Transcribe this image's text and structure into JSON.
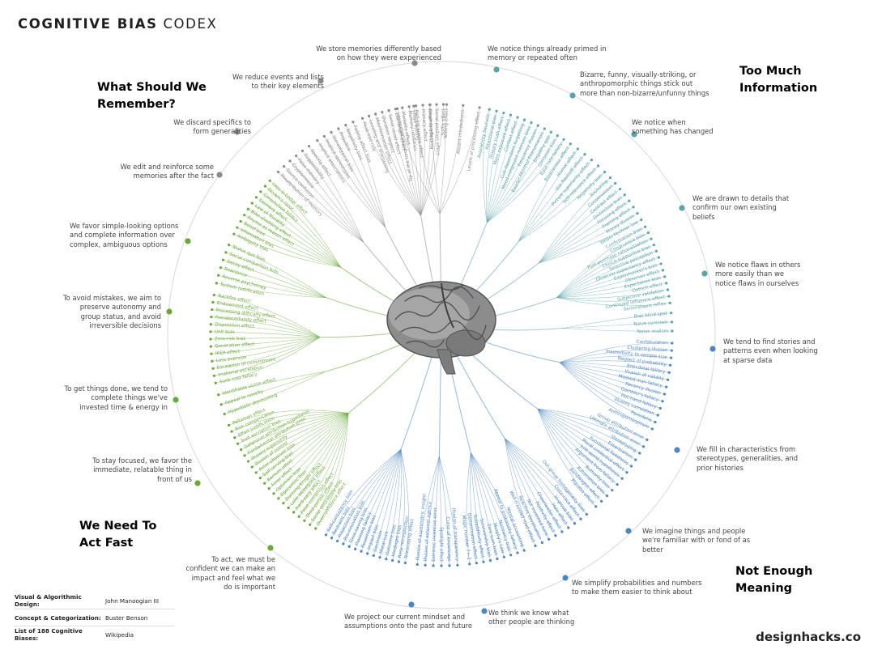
{
  "title": {
    "bold": "COGNITIVE BIAS",
    "light": "CODEX"
  },
  "quadrants": [
    {
      "name": "What Should We Remember?",
      "color": "#8a8a8a"
    },
    {
      "name": "Too Much Information",
      "color": "#5ba3a8"
    },
    {
      "name": "Not Enough Meaning",
      "color": "#4e86c0"
    },
    {
      "name": "We Need To Act Fast",
      "color": "#6aa83a"
    }
  ],
  "clusters": [
    {
      "label": "We store memories differently based on how they were experienced",
      "color": "#8a8a8a",
      "items": [
        "Tip of the tongue phenomenon",
        "Google effect",
        "Next-in-line effect",
        "Testing effect",
        "Absent-mindedness",
        "Levels of processing effect"
      ]
    },
    {
      "label": "We notice things already primed in memory or repeated often",
      "color": "#5ba3a8",
      "items": [
        "Availability heuristic",
        "Attentional bias",
        "Illusory truth effect",
        "Mere exposure effect",
        "Context effect",
        "Cue-dependent forgetting",
        "Mood-congruent memory bias",
        "Frequency illusion",
        "Baader-Meinhof Phenomenon",
        "Empathy gap",
        "Omission bias",
        "Base rate fallacy"
      ]
    },
    {
      "label": "Bizarre, funny, visually-striking, or anthropomorphic things stick out more than non-bizarre/unfunny things",
      "color": "#5ba3a8",
      "items": [
        "Bizarreness effect",
        "Humor effect",
        "Von Restorff effect",
        "Picture superiority effect",
        "Self-relevance effect",
        "Negativity bias"
      ]
    },
    {
      "label": "We notice when something has changed",
      "color": "#5ba3a8",
      "items": [
        "Anchoring",
        "Conservatism",
        "Contrast effect",
        "Distinction bias",
        "Focusing effect",
        "Framing effect",
        "Money illusion",
        "Weber-Fechner law"
      ]
    },
    {
      "label": "We are drawn to details that confirm our own existing beliefs",
      "color": "#5ba3a8",
      "items": [
        "Confirmation bias",
        "Congruence bias",
        "Post-purchase rationalization",
        "Choice-supportive bias",
        "Selective perception",
        "Observer-expectancy effect",
        "Experimenter's bias",
        "Observer effect",
        "Expectation bias",
        "Ostrich effect",
        "Subjective validation",
        "Continued influence effect",
        "Semmelweis reflex"
      ]
    },
    {
      "label": "We notice flaws in others more easily than we notice flaws in ourselves",
      "color": "#5ba3a8",
      "items": [
        "Bias blind spot",
        "Naive cynicism",
        "Naive realism"
      ]
    },
    {
      "label": "We tend to find stories and patterns even when looking at sparse data",
      "color": "#4e86c0",
      "items": [
        "Confabulation",
        "Clustering illusion",
        "Insensitivity to sample size",
        "Neglect of probability",
        "Anecdotal fallacy",
        "Illusion of validity",
        "Masked man fallacy",
        "Recency illusion",
        "Gambler's fallacy",
        "Hot-hand fallacy",
        "Illusory correlation",
        "Pareidolia",
        "Anthropomorphism"
      ]
    },
    {
      "label": "We fill in characteristics from stereotypes, generalities, and prior histories",
      "color": "#4e86c0",
      "items": [
        "Group attribution error",
        "Ultimate attribution error",
        "Stereotyping",
        "Essentialism",
        "Functional fixedness",
        "Moral credential effect",
        "Just-world hypothesis",
        "Argument from fallacy",
        "Authority bias",
        "Automation bias",
        "Bandwagon effect",
        "Placebo effect"
      ]
    },
    {
      "label": "We imagine things and people we're familiar with or fond of as better",
      "color": "#4e86c0",
      "items": [
        "Out-group homogeneity bias",
        "Cross-race effect",
        "In-group bias",
        "Halo effect",
        "Cheerleader effect",
        "Positivity effect",
        "Not invented here",
        "Reactive devaluation",
        "Well-traveled road effect"
      ]
    },
    {
      "label": "We simplify probabilities and numbers to make them easier to think about",
      "color": "#4e86c0",
      "items": [
        "Mental accounting",
        "Appeal to probability fallacy",
        "Normalcy bias",
        "Murphy's Law",
        "Zero-sum bias",
        "Survivorship bias",
        "Subadditivity effect",
        "Denomination effect",
        "Magic number 7+-2"
      ]
    },
    {
      "label": "We think we know what other people are thinking",
      "color": "#4e86c0",
      "items": [
        "Illusion of transparency",
        "Curse of knowledge",
        "Spotlight effect",
        "Extrinsic incentive error",
        "Illusion of external agency",
        "Illusion of asymmetric insight"
      ]
    },
    {
      "label": "We project our current mindset and assumptions onto the past and future",
      "color": "#4e86c0",
      "items": [
        "Telescoping effect",
        "Rosy retrospection",
        "Hindsight bias",
        "Outcome bias",
        "Moral luck",
        "Declinism",
        "Impact bias",
        "Pessimism bias",
        "Planning fallacy",
        "Time-saving bias",
        "Pro-innovation bias",
        "Projection bias",
        "Restraint bias",
        "Self-consistency bias"
      ]
    },
    {
      "label": "To act, we must be confident we can make an impact and feel what we do is important",
      "color": "#6aa83a",
      "items": [
        "Overconfidence effect",
        "Social desirability bias",
        "Third-person effect",
        "False consensus effect",
        "Hard-easy effect",
        "Lake Wobegone effect",
        "Dunning-Kruger effect",
        "Egocentric bias",
        "Optimism bias",
        "Forer effect",
        "Barnum effect",
        "Self-serving bias",
        "Actor-observer bias",
        "Illusion of control",
        "Illusory superiority",
        "Fundamental attribution error",
        "Defensive attribution hypothesis",
        "Trait ascription bias",
        "Effort justification",
        "Risk compensation",
        "Peltzman effect"
      ]
    },
    {
      "label": "To stay focused, we favor the immediate, relatable thing in front of us",
      "color": "#6aa83a",
      "items": [
        "Hyperbolic discounting",
        "Appeal to novelty",
        "Identifiable victim effect"
      ]
    },
    {
      "label": "To get things done, we tend to complete things we've invested time & energy in",
      "color": "#6aa83a",
      "items": [
        "Sunk cost fallacy",
        "Irrational escalation",
        "Escalation of commitment",
        "Loss aversion",
        "IKEA effect",
        "Generation effect",
        "Zero-risk bias",
        "Unit bias",
        "Disposition effect",
        "Pseudocertainty effect",
        "Processing difficulty effect",
        "Endowment effect",
        "Backfire effect"
      ]
    },
    {
      "label": "To avoid mistakes, we aim to preserve autonomy and group status, and avoid irreversible decisions",
      "color": "#6aa83a",
      "items": [
        "System justification",
        "Reverse psychology",
        "Reactance",
        "Decoy effect",
        "Social comparison bias",
        "Status quo bias"
      ]
    },
    {
      "label": "We favor simple-looking options and complete information over complex, ambiguous options",
      "color": "#6aa83a",
      "items": [
        "Ambiguity bias",
        "Information bias",
        "Belief bias",
        "Rhyme as reason effect",
        "Bike-shedding effect",
        "Law of Triviality",
        "Delmore effect",
        "Conjunction fallacy",
        "Occam's razor",
        "Less-is-better effect"
      ]
    },
    {
      "label": "We edit and reinforce some memories after the fact",
      "color": "#8a8a8a",
      "items": [
        "Misattribution of memory",
        "Source confusion",
        "Cryptomnesia",
        "False memory",
        "Suggestibility",
        "Spacing effect"
      ]
    },
    {
      "label": "We discard specifics to form generalities",
      "color": "#8a8a8a",
      "items": [
        "Implicit associations",
        "Implicit stereotypes",
        "Stereotypical bias",
        "Prejudice",
        "Negativity bias",
        "Fading affect bias"
      ]
    },
    {
      "label": "We reduce events and lists to their key elements",
      "color": "#8a8a8a",
      "items": [
        "Peak-end rule",
        "Leveling and sharpening",
        "Misinformation effect",
        "Duration neglect",
        "Serial recall effect",
        "List-length effect",
        "Modality effect",
        "Memory inhibition",
        "Part-list cueing effect",
        "Primacy effect",
        "Recency effect",
        "Serial position effect",
        "Suffix effect"
      ]
    }
  ],
  "credits": [
    {
      "key": "Visual & Algorithmic Design:",
      "value": "John Manoogian III"
    },
    {
      "key": "Concept & Categorization:",
      "value": "Buster Benson"
    },
    {
      "key": "List of 188 Cognitive Biases:",
      "value": "Wikipedia"
    }
  ],
  "brand": "designhacks.co"
}
